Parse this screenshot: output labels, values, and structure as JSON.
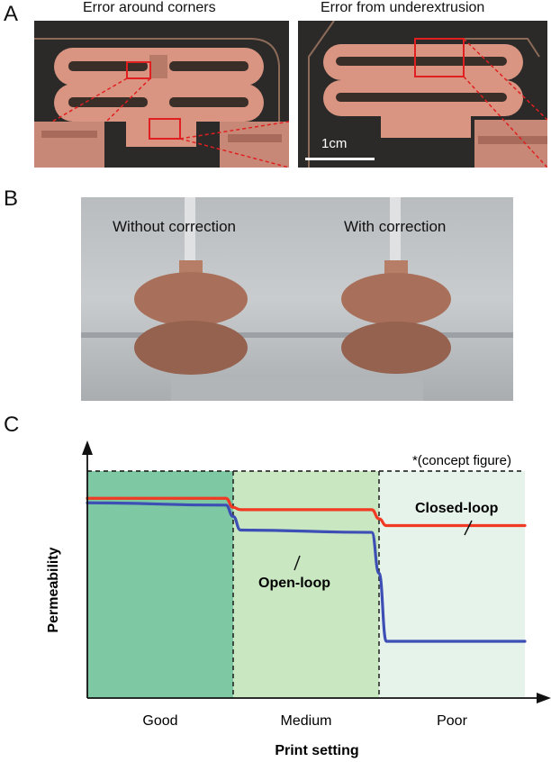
{
  "panels": {
    "a": {
      "letter": "A",
      "left_caption": "Error around corners",
      "right_caption": "Error from underextrusion",
      "scale_bar_label": "1cm"
    },
    "b": {
      "letter": "B",
      "left_label": "Without correction",
      "right_label": "With correction"
    },
    "c": {
      "letter": "C"
    }
  },
  "colors": {
    "closed_loop": "#f03a23",
    "open_loop": "#3d4fb5",
    "good_region": "#7ec8a3",
    "medium_region": "#c9e8c2",
    "poor_region": "#e6f3ea",
    "print_salmon": "#d99582",
    "photo_dark": "#2b2a28"
  },
  "chart_data": {
    "type": "line",
    "note": "*(concept figure)",
    "xlabel": "Print setting",
    "ylabel": "Permeability",
    "categories": [
      "Good",
      "Medium",
      "Poor"
    ],
    "series": [
      {
        "name": "Closed-loop",
        "label": "Closed-loop",
        "x": [
          0,
          0.95,
          1.0,
          1.05,
          1.95,
          2.0,
          2.05,
          3.0
        ],
        "y": [
          0.88,
          0.88,
          0.84,
          0.83,
          0.83,
          0.79,
          0.76,
          0.76
        ]
      },
      {
        "name": "Open-loop",
        "label": "Open-loop",
        "x": [
          0,
          0.95,
          1.0,
          1.05,
          1.95,
          2.0,
          2.05,
          3.0
        ],
        "y": [
          0.86,
          0.85,
          0.8,
          0.74,
          0.73,
          0.55,
          0.25,
          0.25
        ]
      }
    ],
    "xlim": [
      0,
      3
    ],
    "ylim": [
      0,
      1
    ],
    "region_boundaries": [
      1,
      2
    ],
    "grid": false
  }
}
